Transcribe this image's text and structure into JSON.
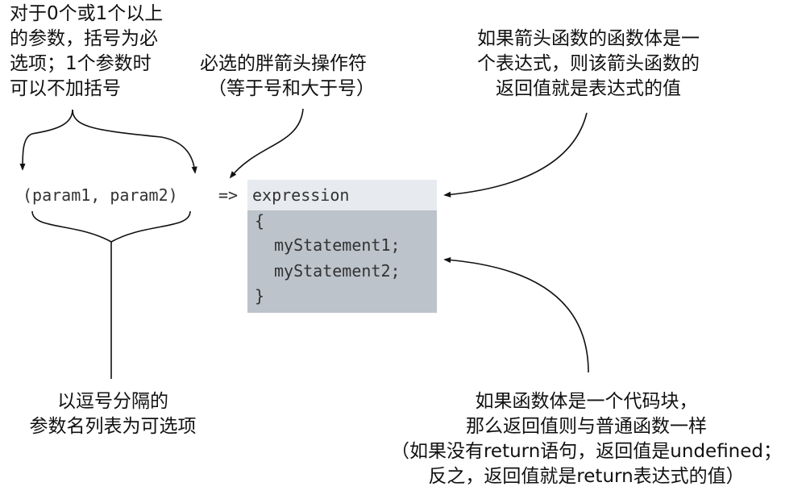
{
  "annotations": {
    "params": [
      "对于0个或1个以上",
      "的参数，括号为必",
      "选项；1个参数时",
      "可以不加括号"
    ],
    "fat_arrow": [
      "必选的胖箭头操作符",
      "（等于号和大于号）"
    ],
    "expression": [
      "如果箭头函数的函数体是一",
      "个表达式，则该箭头函数的",
      "返回值就是表达式的值"
    ],
    "comma": [
      "以逗号分隔的",
      "参数名列表为可选项"
    ],
    "block": [
      "如果函数体是一个代码块，",
      "那么返回值则与普通函数一样",
      "（如果没有return语句，返回值是undefined；",
      "反之，返回值就是return表达式的值）"
    ]
  },
  "code": {
    "params": "(param1, param2)",
    "arrow": "=>",
    "expression": "expression",
    "open_brace": "{",
    "statements": [
      "myStatement1;",
      "myStatement2;"
    ],
    "close_brace": "}"
  },
  "colors": {
    "expression_box": "#e7eaee",
    "block_box": "#bcc3cb",
    "text": "#111111",
    "code_text": "#333333"
  }
}
